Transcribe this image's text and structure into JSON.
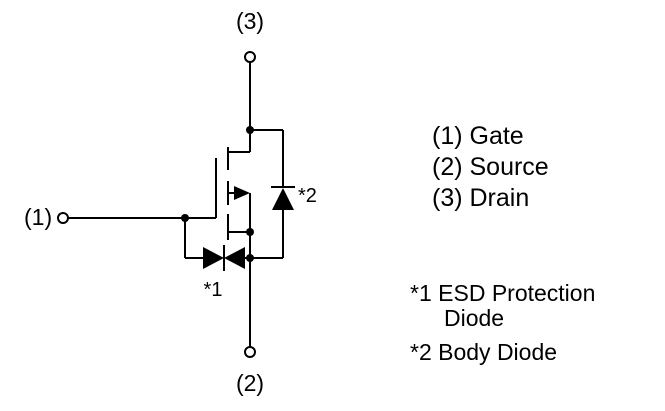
{
  "colors": {
    "ink": "#000000",
    "paper": "#ffffff"
  },
  "terminals": {
    "drain_num": "(3)",
    "source_num": "(2)",
    "gate_num": "(1)"
  },
  "refs": {
    "esd": "*1",
    "body": "*2"
  },
  "legend": {
    "gate": "(1) Gate",
    "source": "(2) Source",
    "drain": "(3) Drain"
  },
  "notes": {
    "esd_line1": "*1 ESD Protection",
    "esd_line2": "Diode",
    "body": "*2 Body Diode"
  }
}
